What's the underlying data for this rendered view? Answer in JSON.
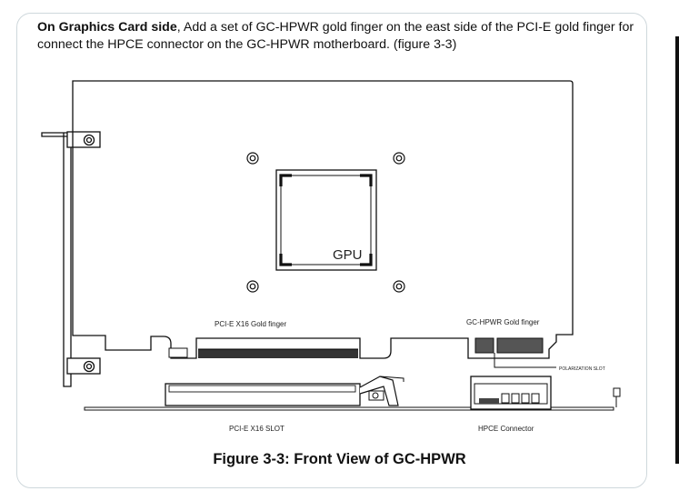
{
  "intro": {
    "bold_lead": "On Graphics Card side",
    "text": ", Add a set of GC-HPWR gold finger on the east side of the PCI-E gold finger for connect the HPCE connector on the GC-HPWR motherboard. (figure 3-3)"
  },
  "figure": {
    "gpu_label": "GPU",
    "pcie_gold_finger_label": "PCI-E X16 Gold finger",
    "gchpwr_gold_finger_label": "GC-HPWR Gold finger",
    "polarization_slot_label": "POLARIZATION SLOT",
    "pcie_slot_label": "PCI-E X16 SLOT",
    "hpce_connector_label": "HPCE Connector"
  },
  "caption": "Figure 3-3: Front View of GC-HPWR"
}
